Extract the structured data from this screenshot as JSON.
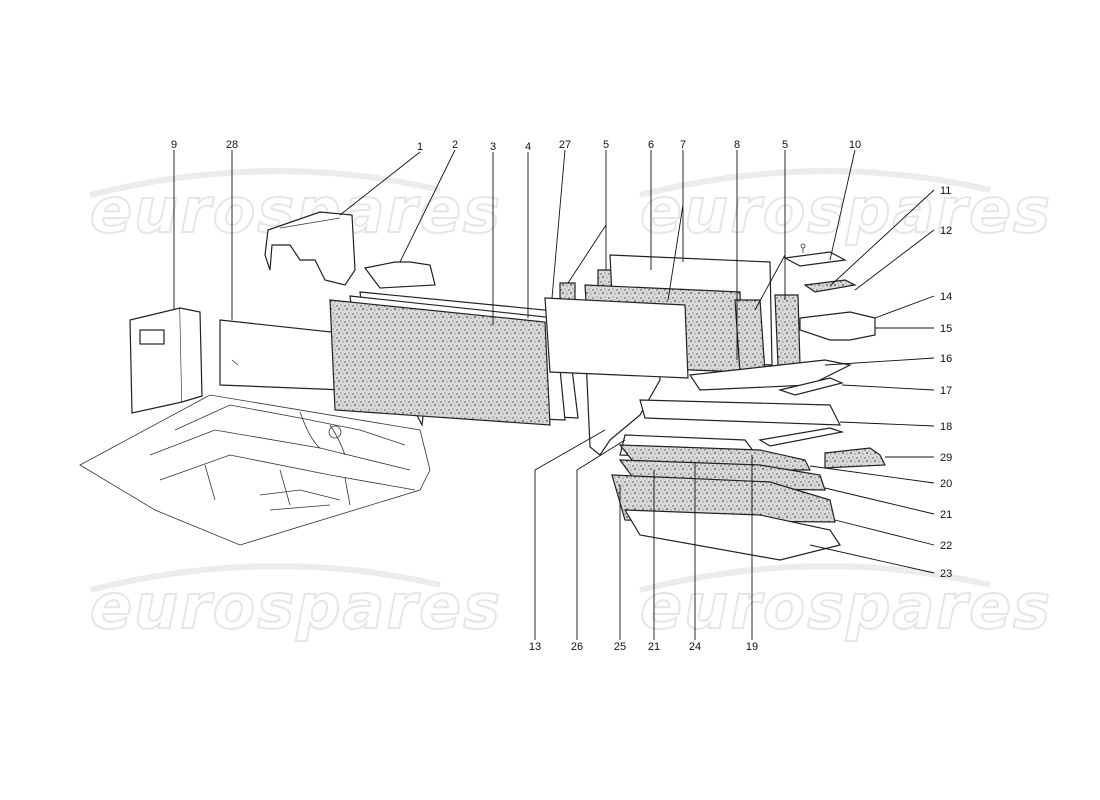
{
  "watermark": {
    "text": "eurospares"
  },
  "callouts": [
    {
      "id": "c1",
      "text": "1"
    },
    {
      "id": "c2",
      "text": "2"
    },
    {
      "id": "c3",
      "text": "3"
    },
    {
      "id": "c4",
      "text": "4"
    },
    {
      "id": "c27",
      "text": "27"
    },
    {
      "id": "c5a",
      "text": "5"
    },
    {
      "id": "c6",
      "text": "6"
    },
    {
      "id": "c7",
      "text": "7"
    },
    {
      "id": "c8",
      "text": "8"
    },
    {
      "id": "c5b",
      "text": "5"
    },
    {
      "id": "c10",
      "text": "10"
    },
    {
      "id": "c9",
      "text": "9"
    },
    {
      "id": "c28",
      "text": "28"
    },
    {
      "id": "c11",
      "text": "11"
    },
    {
      "id": "c12",
      "text": "12"
    },
    {
      "id": "c14",
      "text": "14"
    },
    {
      "id": "c15",
      "text": "15"
    },
    {
      "id": "c16",
      "text": "16"
    },
    {
      "id": "c17",
      "text": "17"
    },
    {
      "id": "c18",
      "text": "18"
    },
    {
      "id": "c29",
      "text": "29"
    },
    {
      "id": "c20",
      "text": "20"
    },
    {
      "id": "c21r",
      "text": "21"
    },
    {
      "id": "c22",
      "text": "22"
    },
    {
      "id": "c23",
      "text": "23"
    },
    {
      "id": "c13",
      "text": "13"
    },
    {
      "id": "c26",
      "text": "26"
    },
    {
      "id": "c25",
      "text": "25"
    },
    {
      "id": "c21b",
      "text": "21"
    },
    {
      "id": "c24",
      "text": "24"
    },
    {
      "id": "c19",
      "text": "19"
    }
  ]
}
